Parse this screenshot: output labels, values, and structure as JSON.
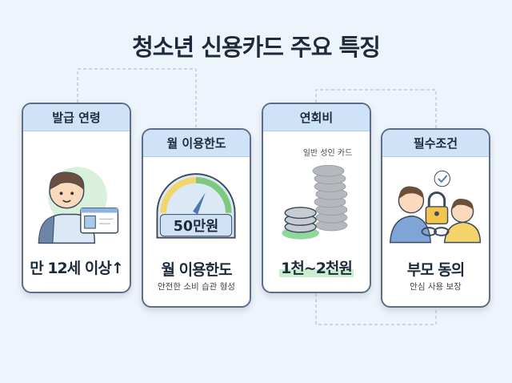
{
  "title": "청소년 신용카드 주요 특징",
  "cards": [
    {
      "header": "발급 연령",
      "main": "만 12세 이상",
      "icon": "teen-with-id-card-icon"
    },
    {
      "header": "월 이용한도",
      "gauge": "50만원",
      "main": "월 이용한도",
      "sub": "안전한 소비 습관 형성",
      "icon": "gauge-icon"
    },
    {
      "header": "연회비",
      "note": "일반 성인 카드",
      "main": "1천~2천원",
      "icon": "coin-stack-icon"
    },
    {
      "header": "필수조건",
      "main": "부모 동의",
      "sub": "안심 사용 보장",
      "icon": "parent-consent-lock-icon"
    }
  ],
  "colors": {
    "header_bg": "#cfe3f8",
    "border": "#5d6f86",
    "background": "#eef4fb"
  }
}
